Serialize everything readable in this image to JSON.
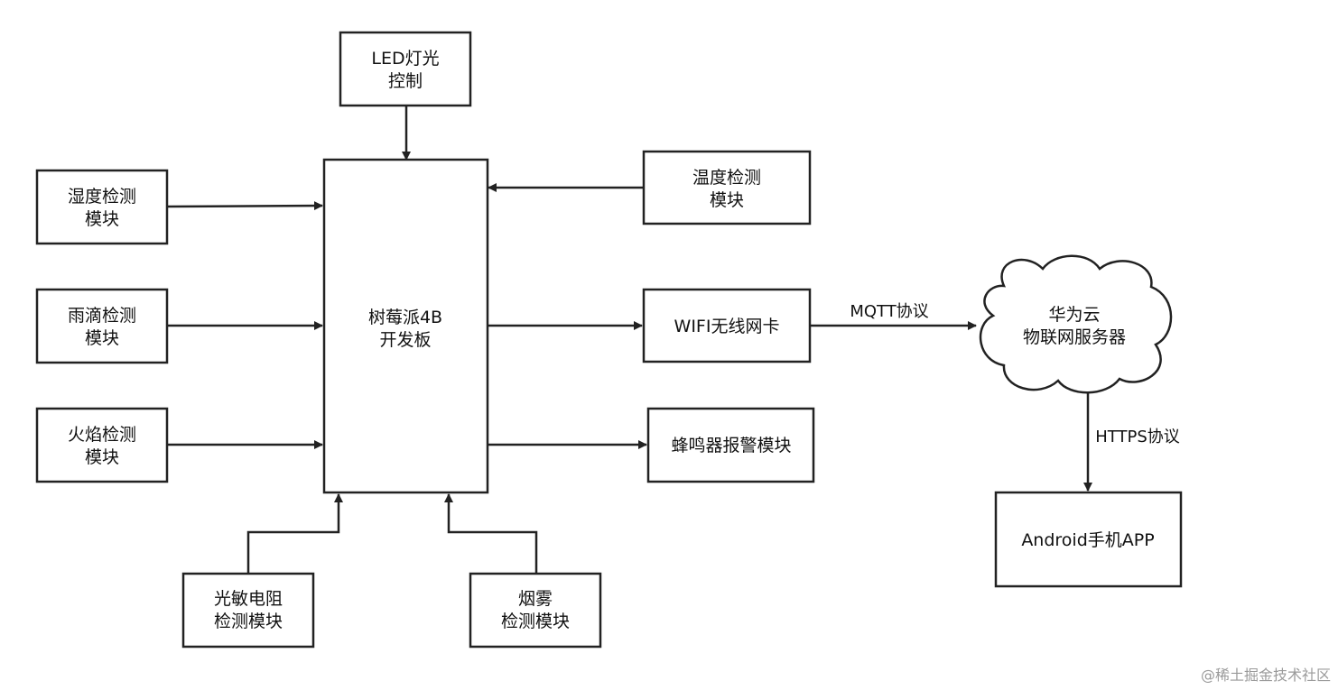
{
  "nodes": {
    "pi": {
      "line1": "树莓派4B",
      "line2": "开发板"
    },
    "led": {
      "line1": "LED灯光",
      "line2": "控制"
    },
    "humidity": {
      "line1": "湿度检测",
      "line2": "模块"
    },
    "raindrop": {
      "line1": "雨滴检测",
      "line2": "模块"
    },
    "flame": {
      "line1": "火焰检测",
      "line2": "模块"
    },
    "temperature": {
      "line1": "温度检测",
      "line2": "模块"
    },
    "wifi": {
      "line1": "WIFI无线网卡"
    },
    "buzzer": {
      "line1": "蜂鸣器报警模块"
    },
    "photoresistor": {
      "line1": "光敏电阻",
      "line2": "检测模块"
    },
    "smoke": {
      "line1": "烟雾",
      "line2": "检测模块"
    },
    "cloud": {
      "line1": "华为云",
      "line2": "物联网服务器"
    },
    "android": {
      "line1": "Android手机APP"
    }
  },
  "edges": {
    "mqtt": "MQTT协议",
    "https": "HTTPS协议"
  },
  "watermark": "@稀土掘金技术社区"
}
